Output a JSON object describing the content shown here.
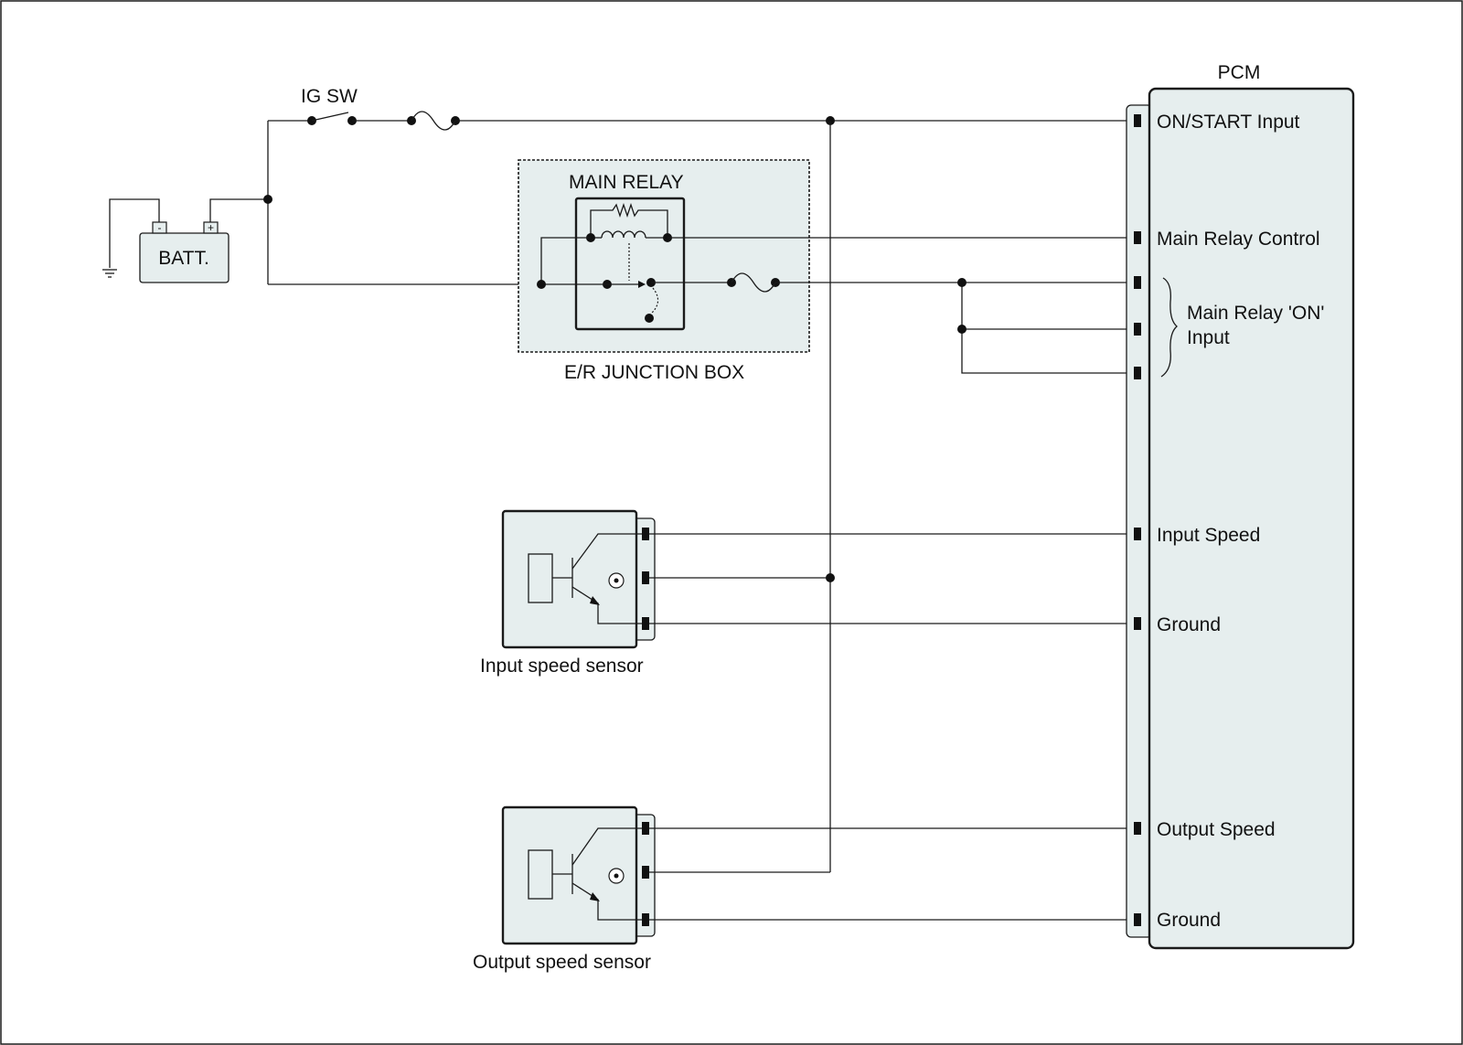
{
  "diagram": {
    "ig_switch_label": "IG SW",
    "battery_label": "BATT.",
    "battery_neg": "-",
    "battery_pos": "+",
    "main_relay_label": "MAIN RELAY",
    "junction_box_label": "E/R JUNCTION BOX",
    "pcm_label": "PCM",
    "pcm_pins": {
      "on_start": "ON/START Input",
      "main_relay_control": "Main Relay Control",
      "main_relay_on_line1": "Main Relay 'ON'",
      "main_relay_on_line2": "Input",
      "input_speed": "Input Speed",
      "ground_1": "Ground",
      "output_speed": "Output Speed",
      "ground_2": "Ground"
    },
    "input_sensor_label": "Input speed sensor",
    "output_sensor_label": "Output speed sensor",
    "colors": {
      "fill": "#e6eeee",
      "line": "#1a1a1a"
    }
  }
}
